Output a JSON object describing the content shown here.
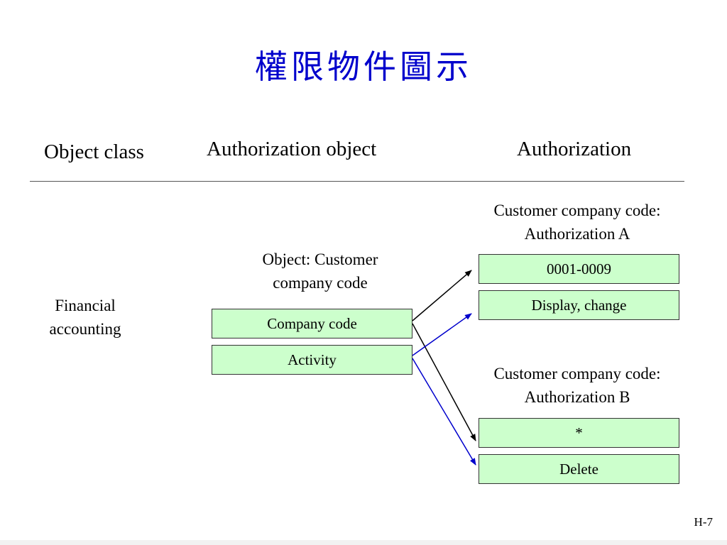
{
  "title": "權限物件圖示",
  "headers": {
    "object_class": "Object class",
    "authorization_object": "Authorization object",
    "authorization": "Authorization"
  },
  "object_class_label": "Financial\naccounting",
  "auth_object": {
    "caption": "Object: Customer\ncompany code",
    "fields": [
      "Company code",
      "Activity"
    ]
  },
  "authorization_a": {
    "caption": "Customer company code:\nAuthorization A",
    "values": [
      "0001-0009",
      "Display, change"
    ]
  },
  "authorization_b": {
    "caption": "Customer company code:\nAuthorization B",
    "values": [
      "*",
      "Delete"
    ]
  },
  "page_number": "H-7",
  "colors": {
    "title": "#0000cc",
    "box_fill": "#ccffcc",
    "arrow_company": "#000000",
    "arrow_activity": "#0000cc"
  }
}
